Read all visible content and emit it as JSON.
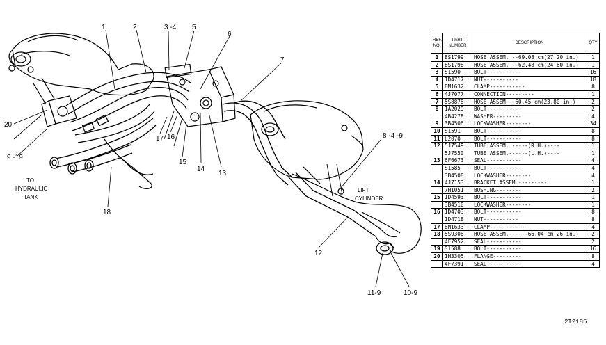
{
  "callouts": {
    "c1": "1",
    "c2": "2",
    "c3": "3 -4",
    "c4": "5",
    "c5": "6",
    "c6": "7",
    "c7": "20",
    "c8": "9 -19",
    "c9": "17",
    "c10": "16",
    "c11": "15",
    "c12": "14",
    "c13": "13",
    "c14": "8 -4 -9",
    "c15": "18",
    "c16": "12",
    "c17": "11-9",
    "c18": "10-9"
  },
  "notes": {
    "tank_line1": "TO",
    "tank_line2": "HYDRAULIC",
    "tank_line3": "TANK",
    "lift_line1": "LIFT",
    "lift_line2": "CYLINDER"
  },
  "table": {
    "headers": {
      "ref": "REF. NO.",
      "part": "PART NUMBER",
      "desc": "DESCRIPTION",
      "qty": "QTY"
    },
    "rows": [
      {
        "ref": "1",
        "part": "8S1799",
        "desc": "HOSE ASSEM. --69.08 cm(27.20 in.)",
        "qty": "1"
      },
      {
        "ref": "2",
        "part": "8S1798",
        "desc": "HOSE ASSEM. --62.48 cm(24.60 in.)",
        "qty": "1"
      },
      {
        "ref": "3",
        "part": "S1590",
        "desc": "BOLT-----------",
        "qty": "16"
      },
      {
        "ref": "4",
        "part": "1D4717",
        "desc": "NUT-----------",
        "qty": "18"
      },
      {
        "ref": "5",
        "part": "8M1632",
        "desc": "CLAMP-----------",
        "qty": "8"
      },
      {
        "ref": "6",
        "part": "4J7077",
        "desc": "CONNECTION---------",
        "qty": "1"
      },
      {
        "ref": "7",
        "part": "5S8878",
        "desc": "HOSE ASSEM --60.45 cm(23.80 in.)",
        "qty": "2"
      },
      {
        "ref": "8",
        "part": "1A2029",
        "desc": "BOLT-----------",
        "qty": "2"
      },
      {
        "ref": "",
        "part": "4B4278",
        "desc": "WASHER---------",
        "qty": "4"
      },
      {
        "ref": "9",
        "part": "3B4506",
        "desc": "LOCKWASHER--------",
        "qty": "34"
      },
      {
        "ref": "10",
        "part": "S1591",
        "desc": "BOLT-----------",
        "qty": "8"
      },
      {
        "ref": "11",
        "part": "L2070",
        "desc": "BOLT-----------",
        "qty": "8"
      },
      {
        "ref": "12",
        "part": "5J7549",
        "desc": "TUBE ASSEM. -----(R.H.)----",
        "qty": "1"
      },
      {
        "ref": "",
        "part": "5J7550",
        "desc": "TUBE ASSEM.------(L.H.)----",
        "qty": "1"
      },
      {
        "ref": "13",
        "part": "6F6673",
        "desc": "SEAL-----------",
        "qty": "4"
      },
      {
        "ref": "",
        "part": "S1585",
        "desc": "BOLT-----------",
        "qty": "4"
      },
      {
        "ref": "",
        "part": "3B4508",
        "desc": "LOCKWASHER--------",
        "qty": "4"
      },
      {
        "ref": "14",
        "part": "4J7153",
        "desc": "BRACKET ASSEM.---------",
        "qty": "1"
      },
      {
        "ref": "",
        "part": "7H1051",
        "desc": "   BUSHING--------",
        "qty": "2"
      },
      {
        "ref": "15",
        "part": "1D4593",
        "desc": "BOLT-----------",
        "qty": "1"
      },
      {
        "ref": "",
        "part": "3B4510",
        "desc": "LOCKWASHER--------",
        "qty": "1"
      },
      {
        "ref": "16",
        "part": "1D4703",
        "desc": "BOLT-----------",
        "qty": "8"
      },
      {
        "ref": "",
        "part": "1D4718",
        "desc": "NUT-----------",
        "qty": "8"
      },
      {
        "ref": "17",
        "part": "8M1633",
        "desc": "CLAMP-----------",
        "qty": "4"
      },
      {
        "ref": "18",
        "part": "5S9306",
        "desc": "HOSE ASSEM.------66.04 cm(26 in.)",
        "qty": "2"
      },
      {
        "ref": "",
        "part": "4F7952",
        "desc": "SEAL-----------",
        "qty": "2"
      },
      {
        "ref": "19",
        "part": "S1588",
        "desc": "BOLT-----------",
        "qty": "16"
      },
      {
        "ref": "20",
        "part": "1H3305",
        "desc": "FLANGE---------",
        "qty": "8"
      },
      {
        "ref": "",
        "part": "4F7391",
        "desc": "SEAL-----------",
        "qty": "4"
      }
    ]
  },
  "image_id": "2I2185"
}
